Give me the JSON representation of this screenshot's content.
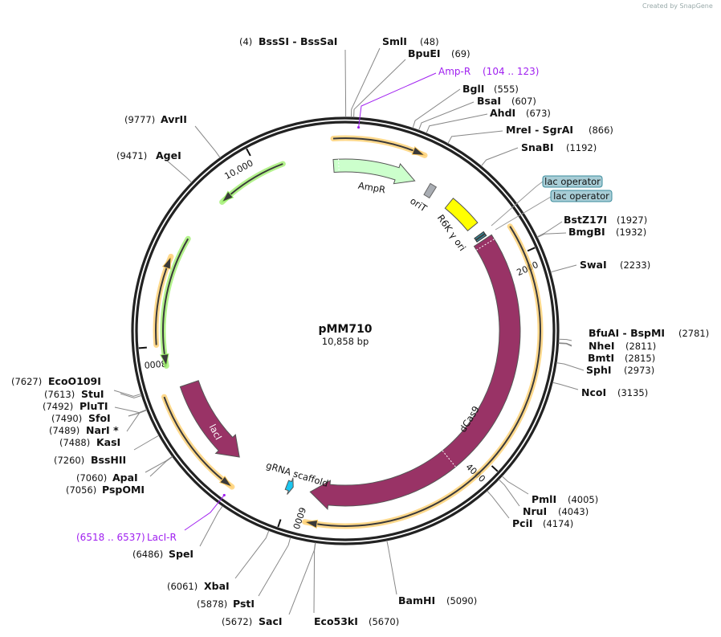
{
  "credit": "Created by SnapGene",
  "plasmid": {
    "name": "pMM710",
    "length_label": "10,858 bp",
    "length": 10858
  },
  "ticks": [
    "2000",
    "4000",
    "6000",
    "8000",
    "10,000"
  ],
  "features": [
    {
      "label": "AmpR",
      "start": 10737,
      "end": 750,
      "direction": "forward",
      "color": "#ccffcc"
    },
    {
      "label": "oriT",
      "start": 905,
      "end": 975,
      "color": "#a9adb3"
    },
    {
      "label": "R6K γ ori",
      "start": 1180,
      "end": 1530,
      "color": "#ffff00"
    },
    {
      "label": "dCas9",
      "start": 1710,
      "end": 5800,
      "direction": "forward",
      "color": "#993366"
    },
    {
      "label": "gRNA scaffold",
      "start": 5985,
      "end": 6055,
      "direction": "reverse",
      "color": "#1ac6f0"
    },
    {
      "label": "lacI",
      "start": 6636,
      "end": 7580,
      "direction": "reverse",
      "color": "#993366"
    }
  ],
  "lac_operators": [
    {
      "label": "lac operator",
      "start": 1640,
      "end": 1660,
      "color": "#3b8c9c"
    },
    {
      "label": "lac operator",
      "start": 1668,
      "end": 1688,
      "color": "#3b8c9c"
    }
  ],
  "orfs": [
    {
      "start": 10750,
      "end": 735,
      "direction": "forward",
      "color": "#ffcc66"
    },
    {
      "start": 1737,
      "end": 5790,
      "direction": "forward",
      "color": "#ffcc66"
    },
    {
      "start": 6515,
      "end": 7540,
      "direction": "reverse",
      "color": "#ffcc66"
    },
    {
      "start": 8015,
      "end": 8840,
      "direction": "forward",
      "color": "#ffcc66"
    },
    {
      "start": 7810,
      "end": 9060,
      "direction": "reverse",
      "color": "#99ee66"
    },
    {
      "start": 9540,
      "end": 10240,
      "direction": "reverse",
      "color": "#99ee66"
    }
  ],
  "primers": [
    {
      "name": "Amp-R",
      "range": "(104 .. 123)",
      "pos": 113
    },
    {
      "name": "LacI-R",
      "range": "(6518 .. 6537)",
      "pos": 6527
    }
  ],
  "enzymes": [
    {
      "name": "BssSI  - BssSaI",
      "pos_label": "(4)",
      "pos": 4
    },
    {
      "name": "SmlI",
      "pos_label": "(48)",
      "pos": 48
    },
    {
      "name": "BpuEI",
      "pos_label": "(69)",
      "pos": 69
    },
    {
      "name": "BglI",
      "pos_label": "(555)",
      "pos": 555
    },
    {
      "name": "BsaI",
      "pos_label": "(607)",
      "pos": 607
    },
    {
      "name": "AhdI",
      "pos_label": "(673)",
      "pos": 673
    },
    {
      "name": "MreI  - SgrAI",
      "pos_label": "(866)",
      "pos": 866
    },
    {
      "name": "SnaBI",
      "pos_label": "(1192)",
      "pos": 1192
    },
    {
      "name": "BstZ17I",
      "pos_label": "(1927)",
      "pos": 1927
    },
    {
      "name": "BmgBI",
      "pos_label": "(1932)",
      "pos": 1932
    },
    {
      "name": "SwaI",
      "pos_label": "(2233)",
      "pos": 2233
    },
    {
      "name": "BfuAI  - BspMI",
      "pos_label": "(2781)",
      "pos": 2781
    },
    {
      "name": "NheI",
      "pos_label": "(2811)",
      "pos": 2811
    },
    {
      "name": "BmtI",
      "pos_label": "(2815)",
      "pos": 2815
    },
    {
      "name": "SphI",
      "pos_label": "(2973)",
      "pos": 2973
    },
    {
      "name": "NcoI",
      "pos_label": "(3135)",
      "pos": 3135
    },
    {
      "name": "PmlI",
      "pos_label": "(4005)",
      "pos": 4005
    },
    {
      "name": "NruI",
      "pos_label": "(4043)",
      "pos": 4043
    },
    {
      "name": "PciI",
      "pos_label": "(4174)",
      "pos": 4174
    },
    {
      "name": "BamHI",
      "pos_label": "(5090)",
      "pos": 5090
    },
    {
      "name": "Eco53kI",
      "pos_label": "(5670)",
      "pos": 5670
    },
    {
      "name": "SacI",
      "pos_label": "(5672)",
      "pos": 5672
    },
    {
      "name": "PstI",
      "pos_label": "(5878)",
      "pos": 5878
    },
    {
      "name": "XbaI",
      "pos_label": "(6061)",
      "pos": 6061
    },
    {
      "name": "SpeI",
      "pos_label": "(6486)",
      "pos": 6486
    },
    {
      "name": "PspOMI",
      "pos_label": "(7056)",
      "pos": 7056
    },
    {
      "name": "ApaI",
      "pos_label": "(7060)",
      "pos": 7060
    },
    {
      "name": "BssHII",
      "pos_label": "(7260)",
      "pos": 7260
    },
    {
      "name": "KasI",
      "pos_label": "(7488)",
      "pos": 7488
    },
    {
      "name": "NarI *",
      "pos_label": "(7489)",
      "pos": 7489
    },
    {
      "name": "SfoI",
      "pos_label": "(7490)",
      "pos": 7490
    },
    {
      "name": "PluTI",
      "pos_label": "(7492)",
      "pos": 7492
    },
    {
      "name": "StuI",
      "pos_label": "(7613)",
      "pos": 7613
    },
    {
      "name": "EcoO109I",
      "pos_label": "(7627)",
      "pos": 7627
    },
    {
      "name": "AgeI",
      "pos_label": "(9471)",
      "pos": 9471
    },
    {
      "name": "AvrII",
      "pos_label": "(9777)",
      "pos": 9777
    }
  ]
}
